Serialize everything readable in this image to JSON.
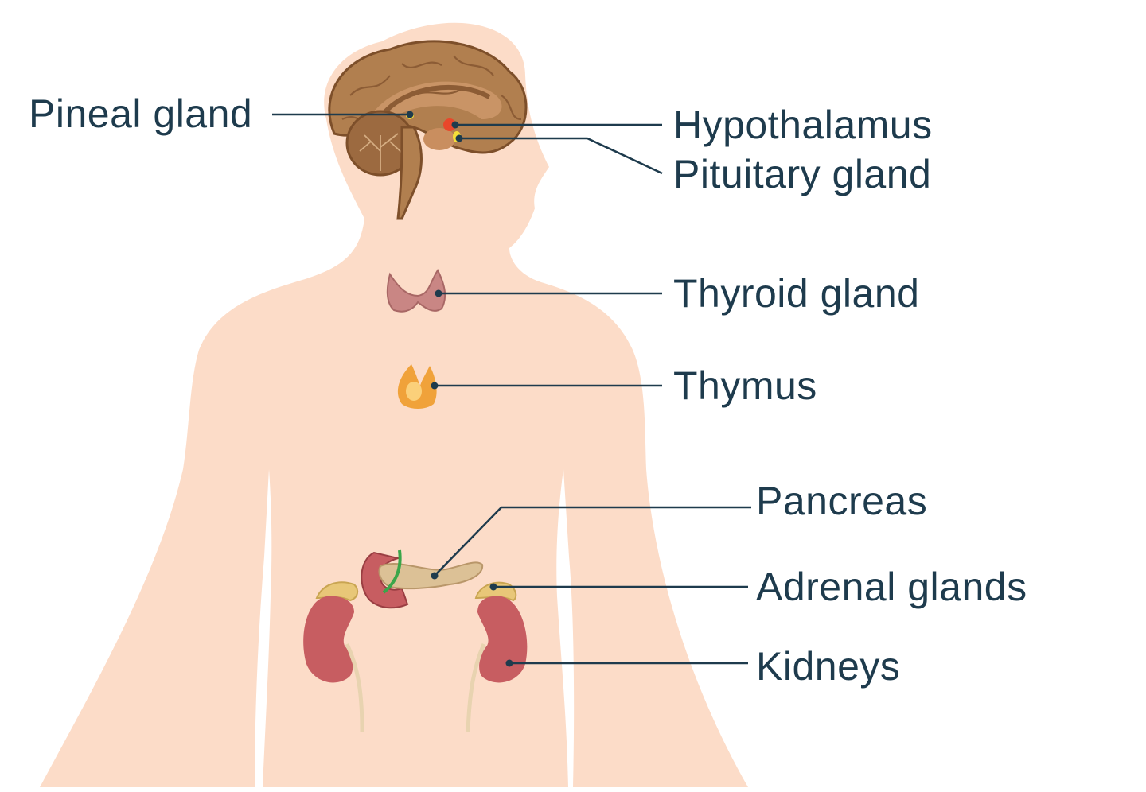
{
  "labels": {
    "pineal": "Pineal gland",
    "hypothalamus": "Hypothalamus",
    "pituitary": "Pituitary gland",
    "thyroid": "Thyroid gland",
    "thymus": "Thymus",
    "pancreas": "Pancreas",
    "adrenal": "Adrenal glands",
    "kidneys": "Kidneys"
  },
  "colors": {
    "skin": "#fcdcc8",
    "text": "#1e3b4d",
    "brain": "#b17f4f",
    "brain_dark": "#8c5c35",
    "cerebellum": "#9c6a40",
    "thyroid": "#c98684",
    "thymus": "#f0a23a",
    "pancreas": "#dcc196",
    "kidney": "#c75d61",
    "adrenal": "#e8c778",
    "hypothalamus": "#e9472b",
    "pituitary": "#f4df3a",
    "duct": "#3aa64a"
  }
}
